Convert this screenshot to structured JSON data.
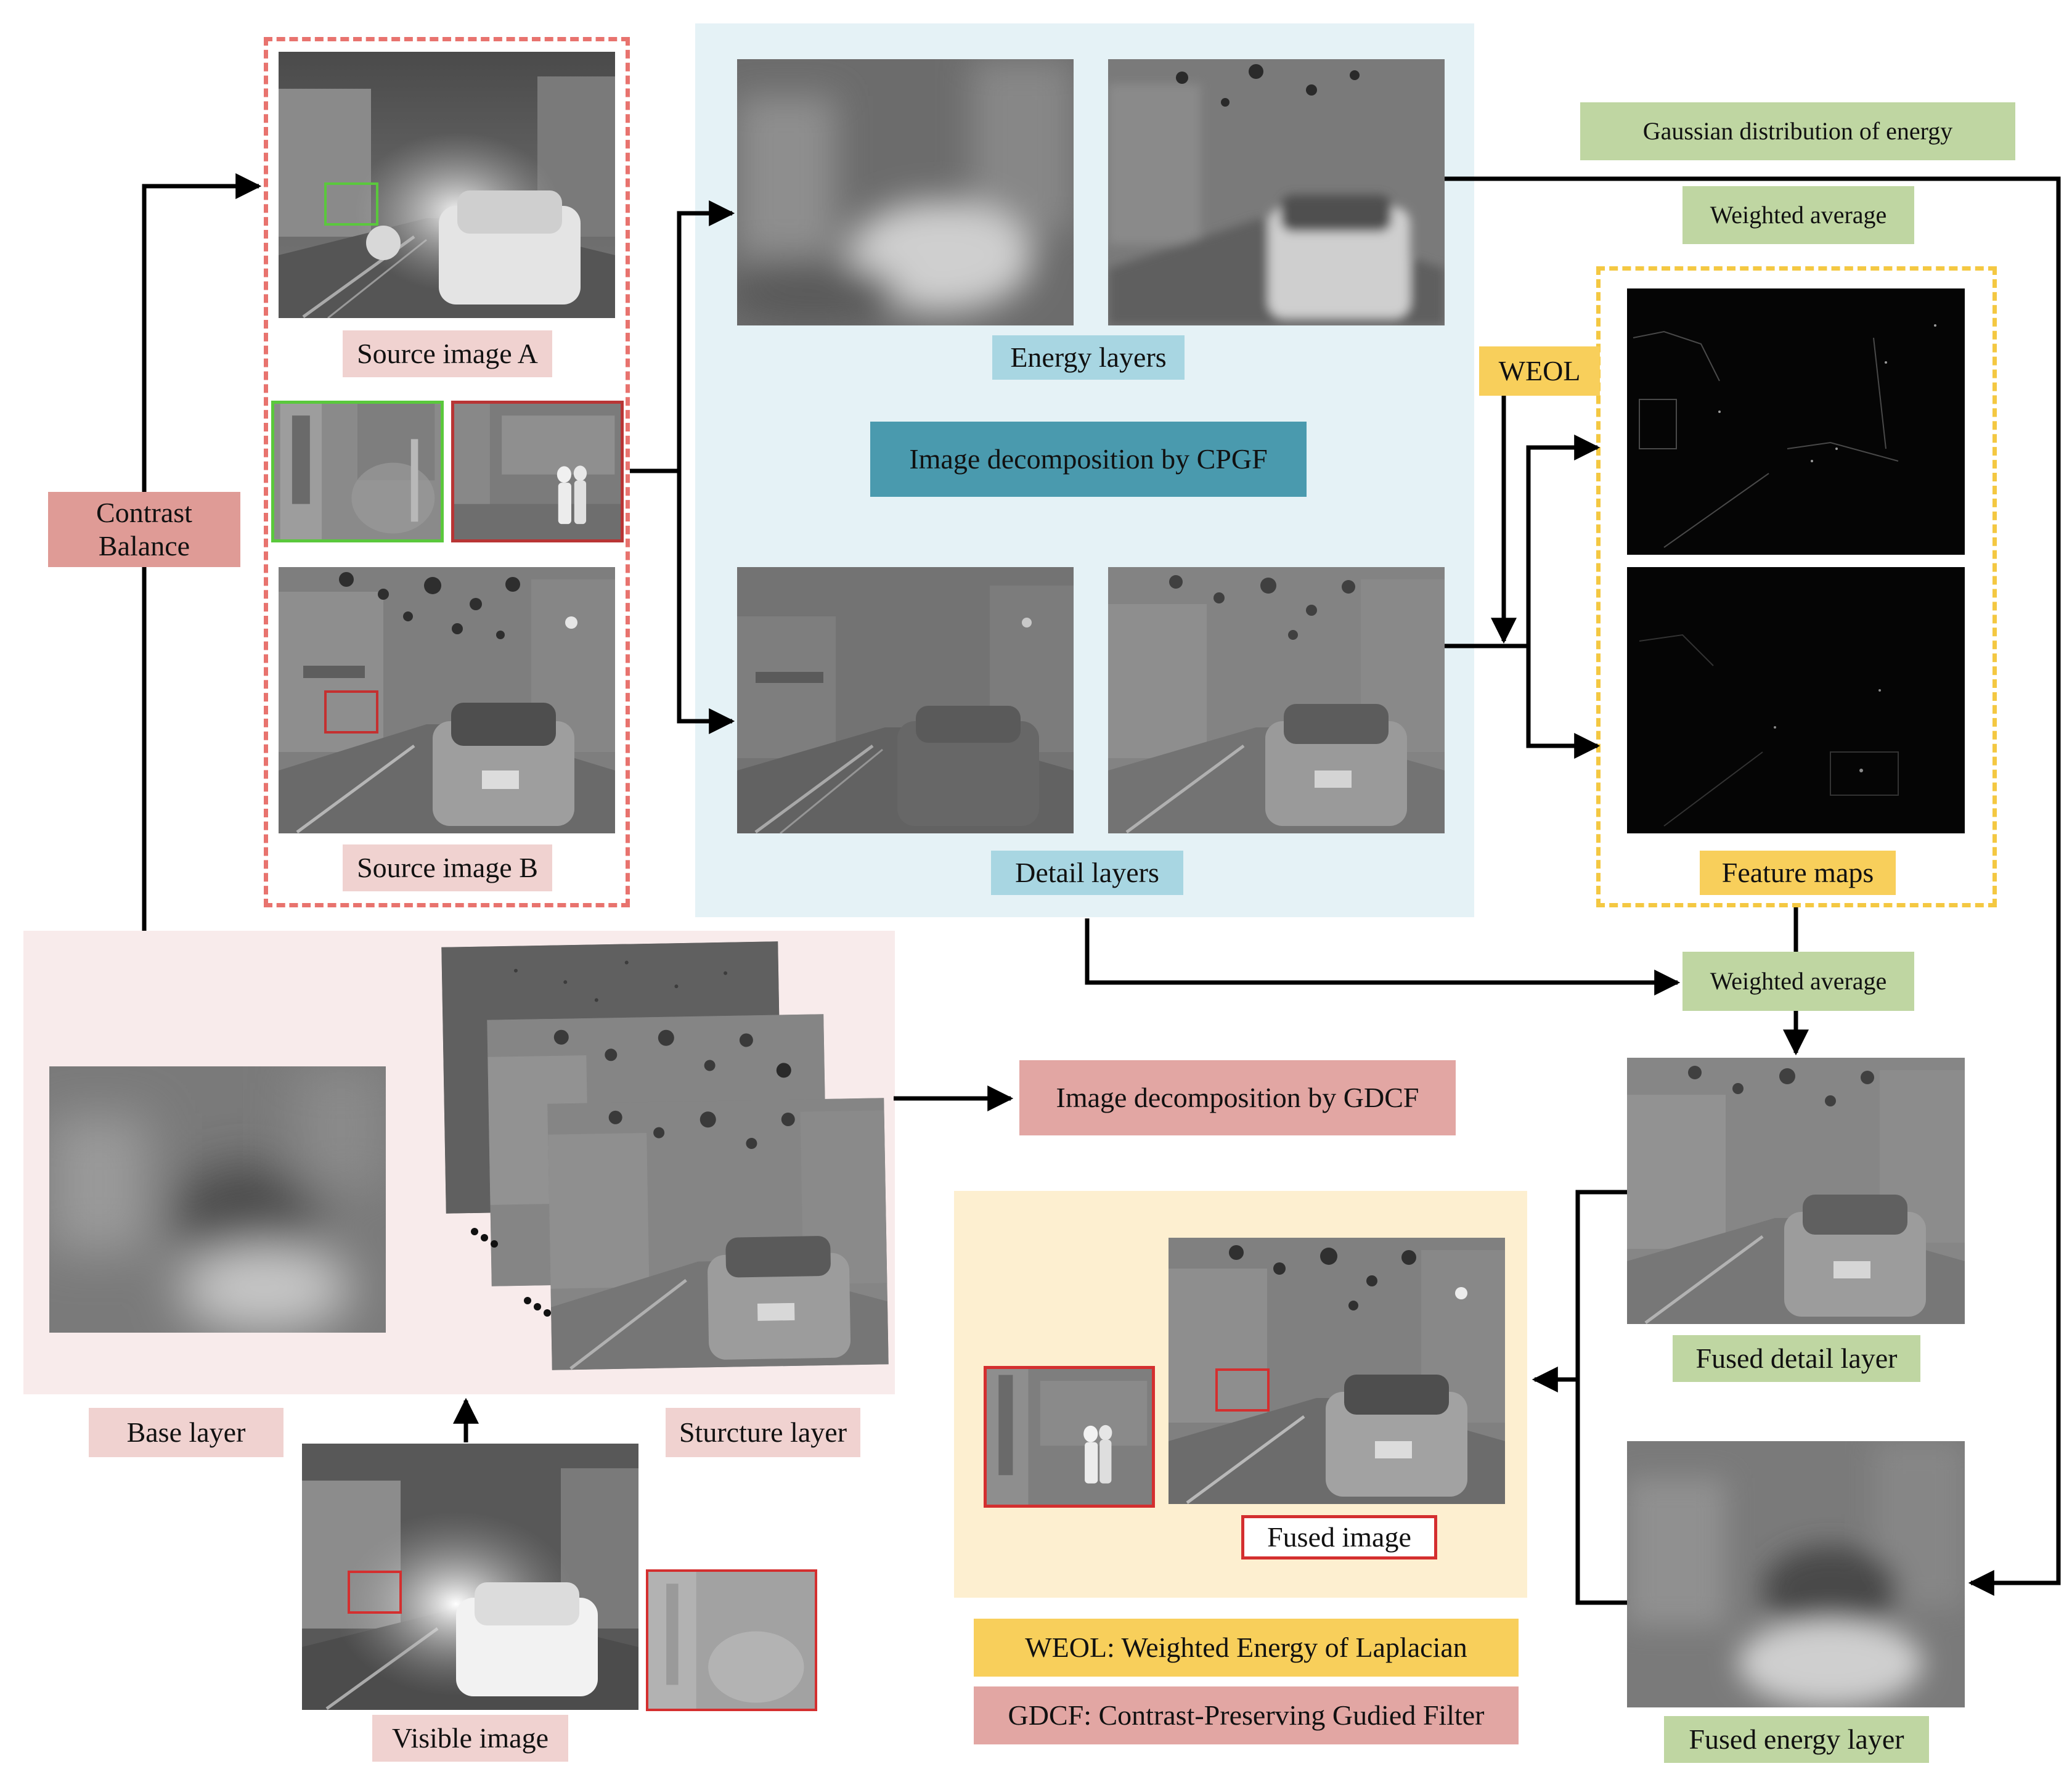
{
  "labels": {
    "source_a": "Source image A",
    "source_b": "Source image B",
    "contrast_balance_line1": "Contrast",
    "contrast_balance_line2": "Balance",
    "energy_layers": "Energy layers",
    "detail_layers": "Detail layers",
    "cpgf": "Image decomposition by CPGF",
    "gaussian": "Gaussian distribution of energy",
    "weighted_avg_top": "Weighted average",
    "weighted_avg_mid": "Weighted average",
    "weol": "WEOL",
    "feature_maps": "Feature maps",
    "gdcf": "Image decomposition by GDCF",
    "base_layer": "Base layer",
    "structure_layer": "Sturcture layer",
    "visible_image": "Visible image",
    "fused_image": "Fused image",
    "fused_detail_layer": "Fused detail layer",
    "fused_energy_layer": "Fused energy layer",
    "legend_weol": "WEOL: Weighted Energy of Laplacian",
    "legend_gdcf": "GDCF: Contrast-Preserving Gudied Filter"
  },
  "colors": {
    "pink_label": "#f0d2d0",
    "blue_label": "#a8d6e2",
    "green_label": "#bfd6a2",
    "yellow_label": "#f8cf5b",
    "cpgf_box": "#4a9aae",
    "gdcf_box": "#e2a6a3",
    "contrast_box": "#df9b96",
    "blue_panel": "#e5f2f6",
    "pink_panel": "#f8ebeb",
    "fused_panel": "#fdefd0",
    "red_dashed": "#e8736e",
    "yellow_dashed": "#f4c842",
    "green_highlight": "#5ac83c",
    "red_highlight": "#d42f2f"
  },
  "icons": {
    "ellipsis_1": "three-dots",
    "ellipsis_2": "three-dots"
  }
}
